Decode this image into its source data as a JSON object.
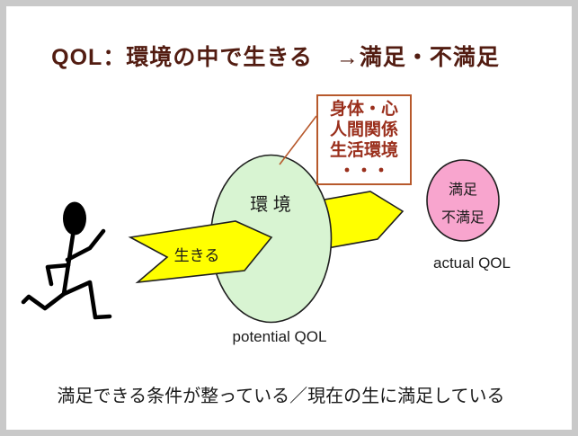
{
  "slide": {
    "title": "QOL：環境の中で生きる　→満足・不満足",
    "bottom_text": "満足できる条件が整っている／現在の生に満足している"
  },
  "callout": {
    "lines": [
      "身体・心",
      "人間関係",
      "生活環境",
      "・・・"
    ]
  },
  "diagram": {
    "environment_label": "環 境",
    "living_arrow_label": "生きる",
    "satisfaction_label": "満足",
    "dissatisfaction_label": "不満足",
    "actual_qol_label": "actual QOL",
    "potential_qol_label": "potential QOL"
  },
  "icons": {
    "running_person": "running-stick-figure"
  },
  "colors": {
    "frame": "#c9c9c9",
    "background": "#ffffff",
    "title_text": "#521c11",
    "callout_text": "#9a2f1c",
    "callout_border": "#b7592c",
    "arrow_fill": "#ffff00",
    "ellipse_fill": "#d8f4d2",
    "circle_fill": "#f8a5ce",
    "outline": "#1f1f1f",
    "body_text": "#1a1a1a"
  }
}
